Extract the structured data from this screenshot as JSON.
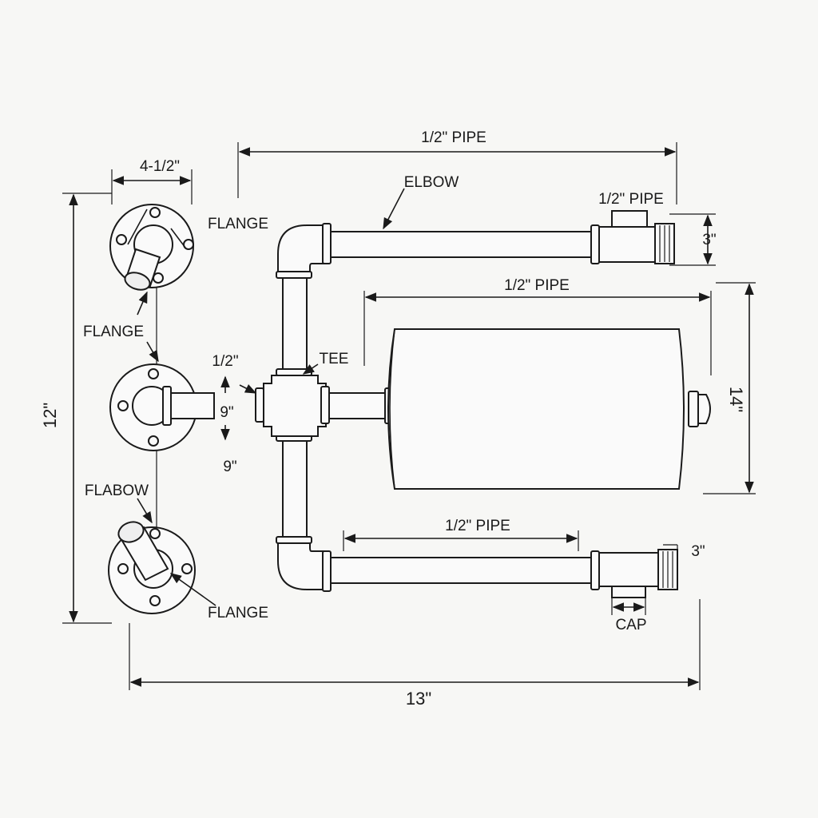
{
  "labels": {
    "pipe_top": "1/2\" PIPE",
    "flange_width": "4-1/2\"",
    "elbow_top": "ELBOW",
    "pipe_top_right": "1/2\" PIPE",
    "dim_3_top": "3\"",
    "pipe_middle": "1/2\" PIPE",
    "flange_top": "FLANGE",
    "flange_mid": "FLANGE",
    "half_inch": "1/2\"",
    "tee": "TEE",
    "nine_a": "9\"",
    "nine_b": "9\"",
    "height_12": "12\"",
    "height_14": "14\"",
    "flabow": "FLABOW",
    "pipe_bottom": "1/2\" PIPE",
    "dim_3_bottom": "3\"",
    "flange_bottom": "FLANGE",
    "cap": "CAP",
    "width_13": "13\""
  },
  "colors": {
    "line": "#1a1a1a",
    "paper": "#f7f7f5"
  }
}
